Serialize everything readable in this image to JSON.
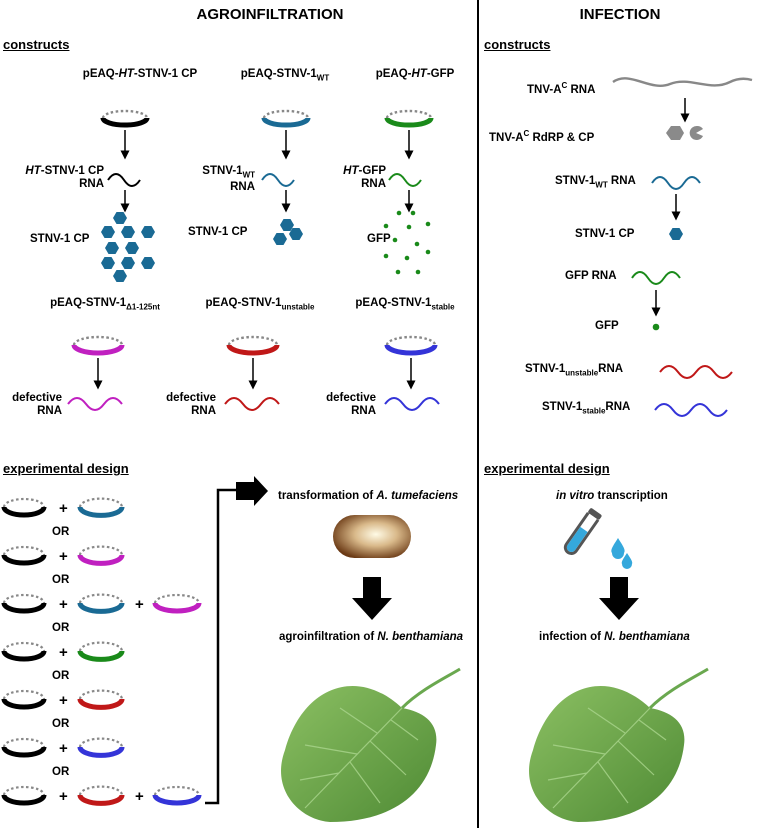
{
  "headers": {
    "left": "AGROINFILTRATION",
    "right": "INFECTION"
  },
  "sections": {
    "constructs": "constructs",
    "design": "experimental design"
  },
  "agro": {
    "p1": {
      "pre": "pEAQ-",
      "em": "HT",
      "post": "-STNV-1 CP"
    },
    "p2": {
      "pre": "pEAQ-STNV-1",
      "sub": "WT"
    },
    "p3": {
      "pre": "pEAQ-",
      "em": "HT",
      "post": "-GFP"
    },
    "r1": {
      "em": "HT",
      "l1": "-STNV-1 CP",
      "l2": "RNA"
    },
    "r2": {
      "pre": "STNV-1",
      "sub": "WT",
      "l2": "RNA"
    },
    "r3": {
      "em": "HT",
      "l1": "-GFP",
      "l2": "RNA"
    },
    "prot1": "STNV-1 CP",
    "prot2": "STNV-1 CP",
    "prot3": "GFP",
    "p4": {
      "pre": "pEAQ-STNV-1",
      "sub": "Δ1-125nt"
    },
    "p5": {
      "pre": "pEAQ-STNV-1",
      "sub": "unstable"
    },
    "p6": {
      "pre": "pEAQ-STNV-1",
      "sub": "stable"
    },
    "defective_l1": "defective",
    "defective_l2": "RNA"
  },
  "infection": {
    "tnv": {
      "pre": "TNV-A",
      "sup": "C",
      "post": " RNA"
    },
    "rdrp": {
      "pre": "TNV-A",
      "sup": "C",
      "post": " RdRP & CP"
    },
    "stnv_wt": {
      "pre": "STNV-1",
      "sub": "WT",
      "post": " RNA"
    },
    "stnv_cp": "STNV-1 CP",
    "gfp_rna": "GFP RNA",
    "gfp": "GFP",
    "unstable": {
      "pre": "STNV-1",
      "sub": "unstable",
      "post": "RNA"
    },
    "stable": {
      "pre": "STNV-1",
      "sub": "stable",
      "post": "RNA"
    }
  },
  "design": {
    "or_label": "OR",
    "plus_label": "+",
    "transformation": {
      "pre": "transformation of ",
      "em": "A. tumefaciens"
    },
    "agroinfiltration": {
      "pre": "agroinfiltration of ",
      "em": "N. benthamiana"
    },
    "invitro": {
      "em": "in vitro",
      "post": " transcription"
    },
    "infection": {
      "pre": "infection of ",
      "em": "N. benthamiana"
    }
  },
  "colors": {
    "black": "#000000",
    "teal": "#1a6a94",
    "green": "#1a8a1a",
    "magenta": "#c020c0",
    "red": "#c01818",
    "blue": "#3434d8",
    "grey": "#8a8a8a",
    "leaf": "#6aa84f",
    "bacterium": "#6b3a15"
  }
}
